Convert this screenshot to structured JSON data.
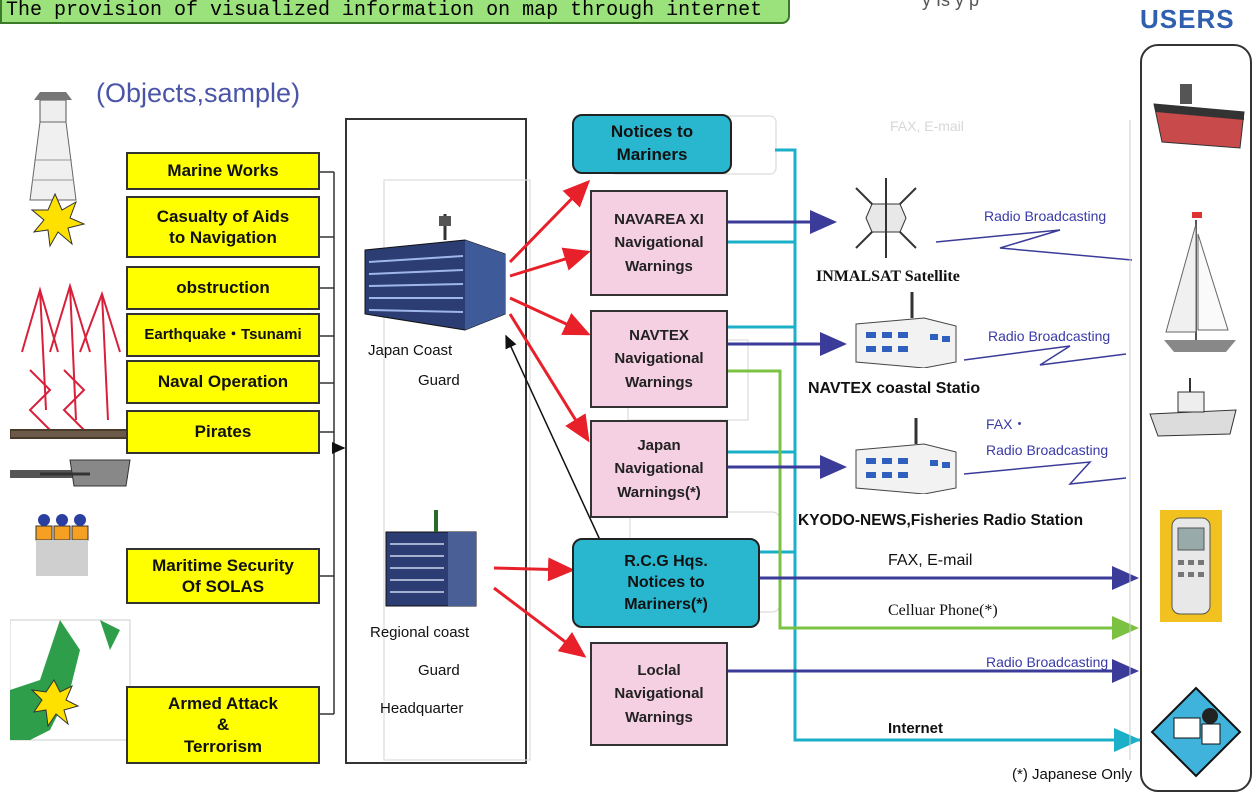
{
  "header": {
    "banner": "The provision of visualized information on map through internet",
    "users_title": "USERS",
    "objects_title": "(Objects,sample)"
  },
  "objects": {
    "marine_works": "Marine Works",
    "casualty": "Casualty of Aids to Navigation",
    "obstruction": "obstruction",
    "earthquake": "Earthquake・Tsunami",
    "naval": "Naval Operation",
    "pirates": "Pirates",
    "maritime_security": "Maritime Security Of  SOLAS",
    "armed_attack_1": "Armed Attack",
    "armed_attack_2": "&",
    "armed_attack_3": "Terrorism"
  },
  "center": {
    "jcg": "Japan  Coast",
    "jcg_2": "Guard",
    "rcg_1": "Regional  coast",
    "rcg_2": "Guard",
    "rcg_3": "Headquarter"
  },
  "outputs": {
    "notices_1": "Notices to",
    "notices_2": "Mariners",
    "navarea_1": "NAVAREA XI",
    "navarea_2": "Navigational",
    "navarea_3": "Warnings",
    "navtex_1": "NAVTEX",
    "navtex_2": "Navigational",
    "navtex_3": "Warnings",
    "japan_1": "Japan",
    "japan_2": "Navigational",
    "japan_3": "Warnings(*)",
    "rcg_1": "R.C.G Hqs.",
    "rcg_2": "Notices to",
    "rcg_3": "Mariners(*)",
    "local_1": "Loclal",
    "local_2": "Navigational",
    "local_3": "Warnings"
  },
  "channels": {
    "fax_email_top": "FAX, E-mail",
    "radio_1": "Radio Broadcasting",
    "inmarsat": "INMALSAT Satellite",
    "radio_2": "Radio Broadcasting",
    "navtex_station": "NAVTEX coastal Statio",
    "fax_star": "FAX・",
    "radio_3": "Radio Broadcasting",
    "kyodo": "KYODO-NEWS,Fisheries Radio Station",
    "fax_email": "FAX, E-mail",
    "cellphone": "Celluar Phone(*)",
    "radio_4": "Radio Broadcasting",
    "internet": "Internet"
  },
  "footer": {
    "note": "(*) Japanese Only"
  },
  "colors": {
    "yellow_box": "#ffff00",
    "pink_box": "#f5cfe2",
    "teal_box": "#29b7cf",
    "red_arrow": "#e8202a",
    "teal_line": "#1bb0c8",
    "navy_arrow": "#3b3b9a",
    "green_line": "#7cc242"
  }
}
